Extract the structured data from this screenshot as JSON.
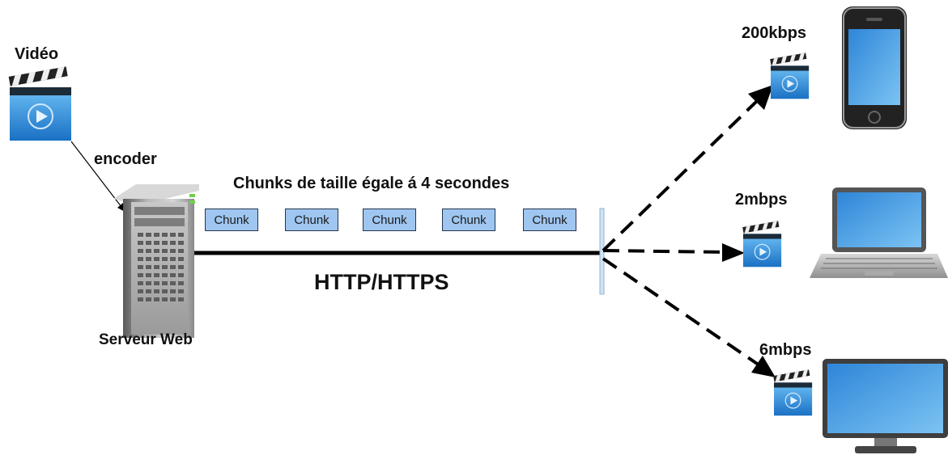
{
  "source": {
    "label": "Vidéo",
    "icon": "video-clapper-icon"
  },
  "encoder_label": "encoder",
  "server": {
    "label": "Serveur Web",
    "icon": "server-tower-icon"
  },
  "chunks": {
    "caption": "Chunks de taille égale á 4 secondes",
    "items": [
      "Chunk",
      "Chunk",
      "Chunk",
      "Chunk",
      "Chunk"
    ]
  },
  "link_label": "HTTP/HTTPS",
  "outputs": [
    {
      "bitrate": "200kbps",
      "device": "smartphone-icon"
    },
    {
      "bitrate": "2mbps",
      "device": "laptop-icon"
    },
    {
      "bitrate": "6mbps",
      "device": "monitor-icon"
    }
  ],
  "colors": {
    "chunk_fill": "#9fc6f0",
    "clapper_blue": "#2f8fde",
    "line": "#000000"
  }
}
